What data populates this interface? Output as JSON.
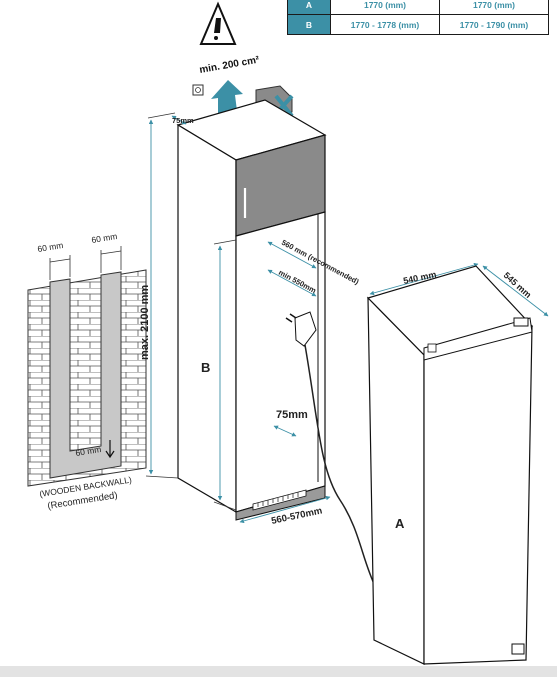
{
  "table": {
    "rows": [
      {
        "key": "A",
        "col1": "1770 (mm)",
        "col2": "1770 (mm)"
      },
      {
        "key": "B",
        "col1": "1770 - 1778  (mm)",
        "col2": "1770 - 1790 (mm)"
      }
    ]
  },
  "vent": {
    "label": "min. 200 cm²"
  },
  "dimensions": {
    "top_depth": "75mm",
    "max_height": "max. 2100 mm",
    "recommended_depth": "560 mm (recommended)",
    "min_depth": "min 550mm",
    "niche_height": "B",
    "bottom_gap": "75mm",
    "niche_width": "560-570mm",
    "fridge_width": "540 mm",
    "fridge_depth": "545 mm",
    "fridge_height": "A"
  },
  "backwall": {
    "left_channel": "60 mm",
    "right_channel": "60 mm",
    "bottom_channel": "60 mm",
    "caption_1": "(WOODEN BACKWALL)",
    "caption_2": "(Recommended)"
  },
  "colors": {
    "accent": "#3c90a6",
    "line": "#1b1b1b",
    "panel": "#8a8a8a",
    "channel": "#c8c8c8"
  }
}
